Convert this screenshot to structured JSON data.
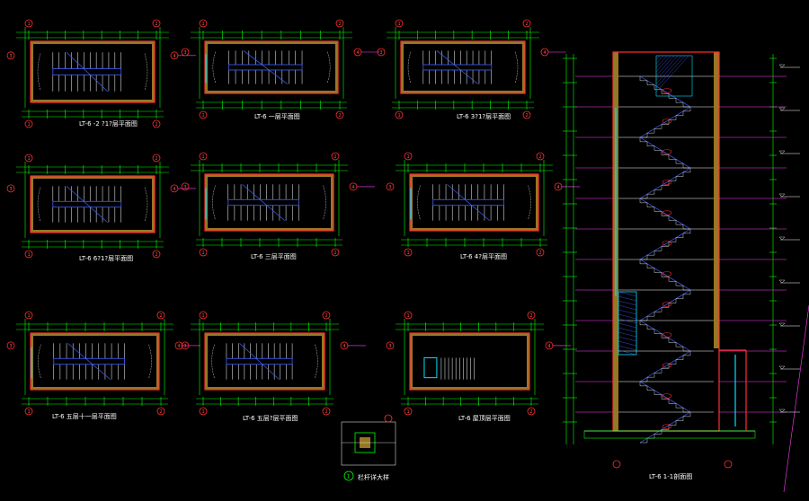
{
  "drawing": {
    "plans": [
      {
        "caption": "LT-6 -2 ?1?层平面图",
        "ax": [
          "1",
          "2",
          "3",
          "4"
        ]
      },
      {
        "caption": "LT-6 一层平面图",
        "ax": [
          "1",
          "2",
          "3",
          "4"
        ]
      },
      {
        "caption": "LT-6 3?1?层平面图",
        "ax": [
          "1",
          "2",
          "3",
          "4"
        ]
      },
      {
        "caption": "LT-6 6?1?层平面图",
        "ax": [
          "1",
          "2",
          "3",
          "4"
        ]
      },
      {
        "caption": "LT-6 三层平面图",
        "ax": [
          "1",
          "2",
          "3",
          "4"
        ]
      },
      {
        "caption": "LT-6 4?层平面图",
        "ax": [
          "1",
          "2",
          "3",
          "4"
        ]
      },
      {
        "caption": "LT-6 五层十一层平面图",
        "ax": [
          "1",
          "2",
          "3",
          "4"
        ]
      },
      {
        "caption": "LT-6 五层?层平面图",
        "ax": [
          "1",
          "2",
          "3",
          "4"
        ]
      },
      {
        "caption": "LT-6 屋顶层平面图",
        "ax": [
          "1",
          "2",
          "3",
          "4"
        ]
      }
    ],
    "section_caption": "LT-6 1-1剖面图",
    "detail_caption": "栏杆详大样",
    "detail_number": "1"
  },
  "colors": {
    "background": "#000000",
    "wall": "#ff3030",
    "wall_fill": "#c8a030",
    "grid": "#00ff00",
    "stair": "#ffffff",
    "blue": "#4060ff",
    "cyan": "#00e0ff",
    "magenta": "#ff40ff",
    "axis_bubble": "#ff3030"
  }
}
